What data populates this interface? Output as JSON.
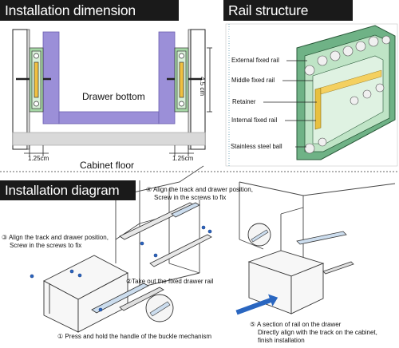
{
  "panel_dimension": {
    "title": "Installation dimension drawing",
    "drawer_bottom": "Drawer bottom",
    "cabinet_floor": "Cabinet floor",
    "gap_left": "1.25cm",
    "gap_right": "1.25cm",
    "height": "4.5 cm"
  },
  "panel_structure": {
    "title": "Rail structure diagram",
    "labels": {
      "external": "External fixed rail",
      "middle": "Middle fixed rail",
      "retainer": "Retainer",
      "internal": "Internal fixed rail",
      "ball": "Stainless steel ball"
    }
  },
  "panel_install": {
    "title": "Installation diagram",
    "steps": {
      "s1": "① Press and hold the handle of the buckle mechanism",
      "s2": "②Take out the fixed drawer rail",
      "s3_line1": "③ Align the track and drawer position,",
      "s3_line2": "Screw in the screws to fix",
      "s4_line1": "④ Align the track and drawer position,",
      "s4_line2": "Screw in the screws to fix",
      "s5_line1": "⑤ A section of rail on the drawer",
      "s5_line2": "Directly align with the track on the cabinet,",
      "s5_line3": "finish installation"
    }
  },
  "colors": {
    "purple": "#9b8fd8",
    "rail_green": "#8ac49a",
    "banner_bg": "#1a1a1a",
    "floor_gray": "#d9d9d9"
  }
}
